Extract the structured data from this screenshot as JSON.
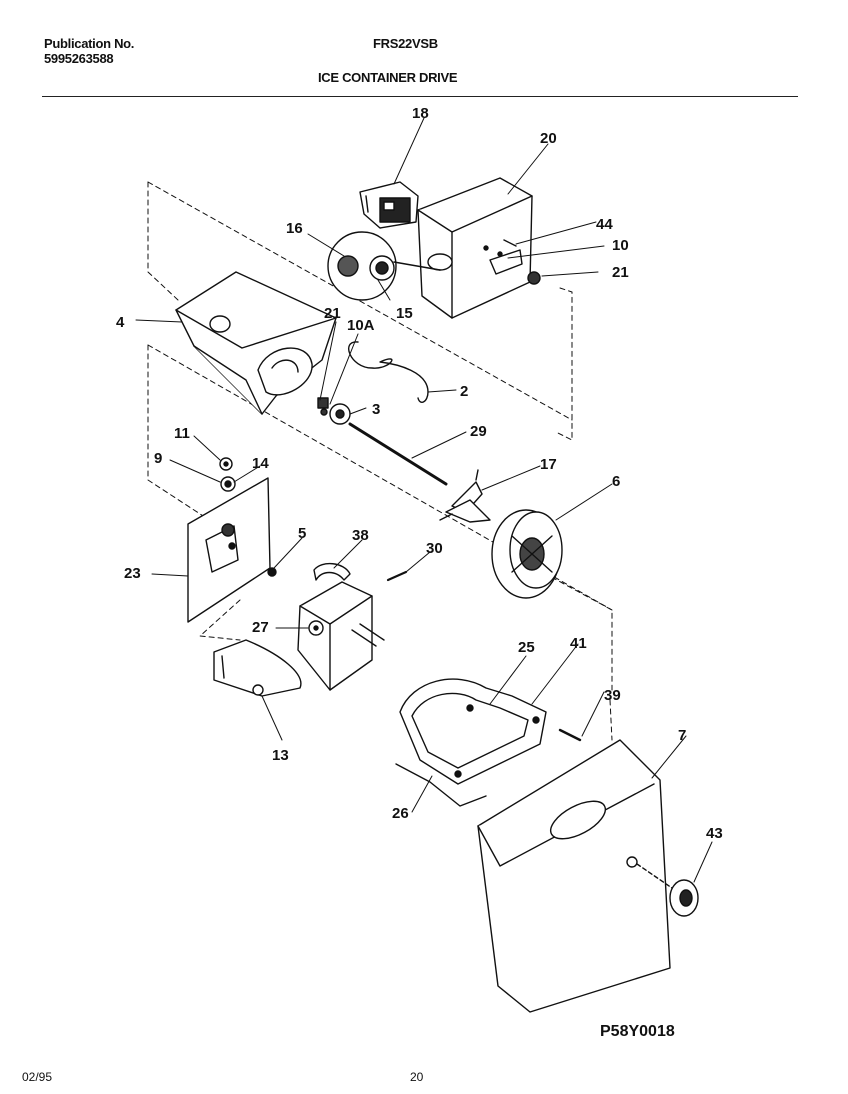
{
  "header": {
    "publication_label": "Publication No.",
    "publication_number": "5995263588",
    "model": "FRS22VSB",
    "section_title": "ICE CONTAINER DRIVE"
  },
  "callouts": {
    "c18": "18",
    "c20": "20",
    "c44": "44",
    "c10": "10",
    "c21a": "21",
    "c16": "16",
    "c15": "15",
    "c4": "4",
    "c21b": "21",
    "c10a": "10A",
    "c2": "2",
    "c3": "3",
    "c29": "29",
    "c11": "11",
    "c14": "14",
    "c9": "9",
    "c17": "17",
    "c6": "6",
    "c23": "23",
    "c5": "5",
    "c38": "38",
    "c30": "30",
    "c27": "27",
    "c25": "25",
    "c41": "41",
    "c39": "39",
    "c13": "13",
    "c7": "7",
    "c26": "26",
    "c43": "43"
  },
  "footer": {
    "drawing_code": "P58Y0018",
    "date": "02/95",
    "page": "20"
  }
}
